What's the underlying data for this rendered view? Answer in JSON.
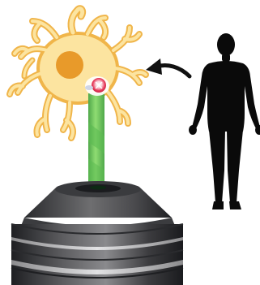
{
  "figure": {
    "elements": [
      "dendritic-cell",
      "cell-nucleus",
      "fluorescent-probe-tip",
      "optical-fiber-probe",
      "microscope-objective",
      "human-figure",
      "arrow-icon"
    ]
  },
  "colors": {
    "cell_membrane": "#F5C45C",
    "cell_body": "#FCE9A0",
    "nucleus": "#E89A2A",
    "probe_green": "#7ED061",
    "probe_green_dark": "#4FA84A",
    "probe_tip": "#E63A5A",
    "objective_dark": "#2A2B2E",
    "objective_mid": "#6E6E70",
    "objective_light": "#B9B9BB",
    "silhouette": "#0A0A0A",
    "arrow": "#111111"
  }
}
